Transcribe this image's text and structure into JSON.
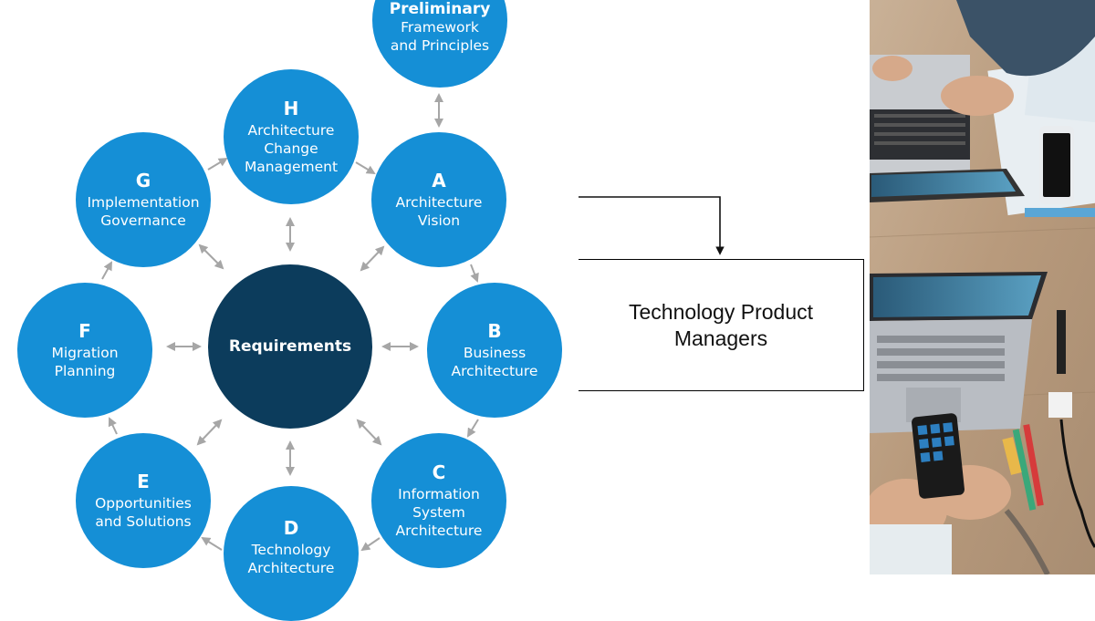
{
  "diagram": {
    "center": {
      "label": "Requirements"
    },
    "phases": [
      {
        "id": "prelim",
        "letter": "Preliminary",
        "name": "Framework\nand Principles"
      },
      {
        "id": "h",
        "letter": "H",
        "name": "Architecture\nChange\nManagement"
      },
      {
        "id": "a",
        "letter": "A",
        "name": "Architecture\nVision"
      },
      {
        "id": "g",
        "letter": "G",
        "name": "Implementation\nGovernance"
      },
      {
        "id": "f",
        "letter": "F",
        "name": "Migration\nPlanning"
      },
      {
        "id": "b",
        "letter": "B",
        "name": "Business\nArchitecture"
      },
      {
        "id": "e",
        "letter": "E",
        "name": "Opportunities\nand Solutions"
      },
      {
        "id": "c",
        "letter": "C",
        "name": "Information\nSystem\nArchitecture"
      },
      {
        "id": "d",
        "letter": "D",
        "name": "Technology\nArchitecture"
      }
    ],
    "colors": {
      "phase": "#158fd6",
      "center": "#0c3c5c",
      "arrow": "#a6a6a6"
    }
  },
  "callout": {
    "label": "Technology Product\nManagers"
  },
  "photo": {
    "subject": "team at wooden desk with laptops and smartphone"
  }
}
